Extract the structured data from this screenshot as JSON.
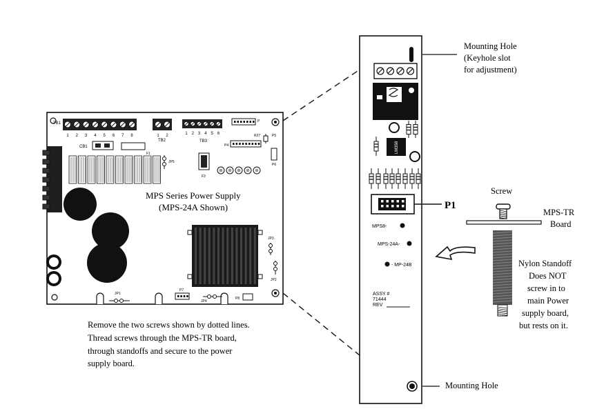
{
  "main_board": {
    "title": "MPS Series Power Supply",
    "subtitle": "(MPS-24A Shown)",
    "labels": {
      "tb1": "TB1",
      "tb1_terminals": [
        "1",
        "2",
        "3",
        "4",
        "5",
        "6",
        "7",
        "8"
      ],
      "tb2": "TB2",
      "tb2_terminals": [
        "1",
        "2"
      ],
      "tb3": "TB3",
      "tb3_terminals": [
        "1",
        "2",
        "3",
        "4",
        "5",
        "6"
      ],
      "cb1": "CB1",
      "f1": "F1",
      "jp5": "JP5",
      "f3": "F3",
      "p": "P",
      "r27": "R27",
      "p5": "P5",
      "p4": "P4",
      "p6": "P6",
      "jp3": "JP3",
      "jp2": "JP2",
      "jp1": "JP1",
      "p7": "P7",
      "jp4": "JP4",
      "p8": "P8"
    }
  },
  "instructions": [
    "Remove the two screws shown by dotted lines.",
    "Thread screws through the MPS-TR board,",
    "through standoffs and secure to the power",
    "supply board."
  ],
  "tr_board": {
    "chip_label": "LM358",
    "p1_label": "P1",
    "jumper_labels": [
      "MPS8-",
      "MPS-24A-",
      "- MP-24B"
    ],
    "assy": [
      "ASSY #",
      "71444",
      "REV"
    ]
  },
  "callouts": {
    "mounting_hole_top": [
      "Mounting Hole",
      "(Keyhole slot",
      "for adjustment)"
    ],
    "mounting_hole_bottom": "Mounting Hole"
  },
  "hardware": {
    "screw": "Screw",
    "board": [
      "MPS-TR",
      "Board"
    ],
    "standoff": [
      "Nylon Standoff",
      "Does NOT",
      "screw in to",
      "main Power",
      "supply board,",
      "but rests on it."
    ]
  }
}
